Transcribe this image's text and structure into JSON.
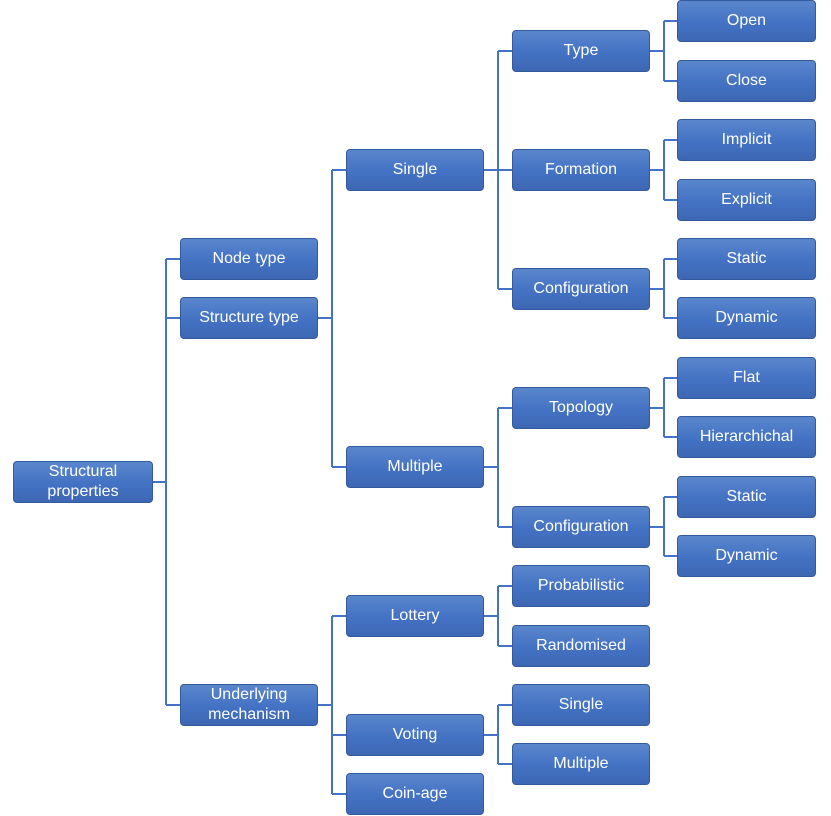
{
  "nodes": {
    "root": "Structural\nproperties",
    "node_type": "Node type",
    "structure_type": "Structure type",
    "underlying_mechanism": "Underlying\nmechanism",
    "single": "Single",
    "multiple": "Multiple",
    "lottery": "Lottery",
    "voting": "Voting",
    "coin_age": "Coin-age",
    "single_type": "Type",
    "single_formation": "Formation",
    "single_configuration": "Configuration",
    "multiple_topology": "Topology",
    "multiple_configuration": "Configuration",
    "lottery_probabilistic": "Probabilistic",
    "lottery_randomised": "Randomised",
    "voting_single": "Single",
    "voting_multiple": "Multiple",
    "type_open": "Open",
    "type_close": "Close",
    "formation_implicit": "Implicit",
    "formation_explicit": "Explicit",
    "single_config_static": "Static",
    "single_config_dynamic": "Dynamic",
    "topology_flat": "Flat",
    "topology_hierarchichal": "Hierarchichal",
    "multiple_config_static": "Static",
    "multiple_config_dynamic": "Dynamic"
  },
  "colors": {
    "node_fill": "#4472c4",
    "node_border": "#345a9e",
    "connector": "#4472c4",
    "text": "#ffffff"
  }
}
